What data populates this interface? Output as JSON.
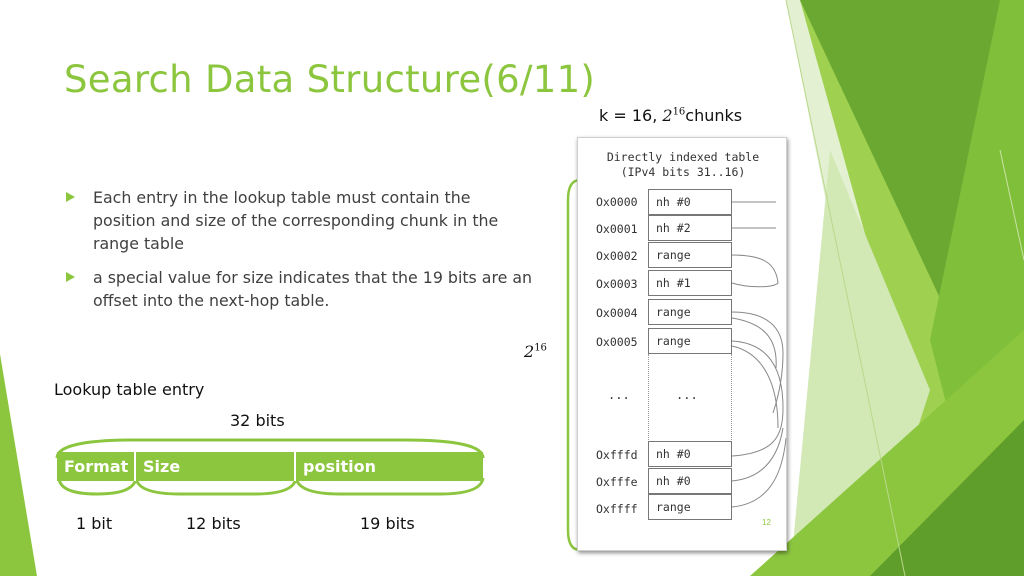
{
  "slide": {
    "title": "Search Data Structure(6/11)",
    "bullets": [
      "Each entry in the lookup table must contain the position and size of the corresponding chunk in the range table",
      "a special value for size indicates that the 19 bits are an offset into the next-hop table."
    ],
    "k_label_prefix": "k = 16, ",
    "k_label_base": "2",
    "k_label_exp": "16",
    "k_label_suffix": "chunks",
    "side_label_base": "2",
    "side_label_exp": "16",
    "page_number": "12"
  },
  "entry": {
    "heading": "Lookup table entry",
    "total_label": "32 bits",
    "fields": [
      "Format",
      "Size",
      "position"
    ],
    "bit_labels": [
      "1 bit",
      "12 bits",
      "19 bits"
    ]
  },
  "table": {
    "caption_line1": "Directly indexed table",
    "caption_line2": "(IPv4 bits 31..16)",
    "rows_top": [
      {
        "addr": "Ox0000",
        "value": "nh #0"
      },
      {
        "addr": "Ox0001",
        "value": "nh #2"
      },
      {
        "addr": "Ox0002",
        "value": "range"
      },
      {
        "addr": "Ox0003",
        "value": "nh #1"
      },
      {
        "addr": "Ox0004",
        "value": "range"
      },
      {
        "addr": "Ox0005",
        "value": "range"
      }
    ],
    "ellipsis_addr": "...",
    "ellipsis_value": "...",
    "rows_bottom": [
      {
        "addr": "Oxfffd",
        "value": "nh #0"
      },
      {
        "addr": "Oxfffe",
        "value": "nh #0"
      },
      {
        "addr": "Oxffff",
        "value": "range"
      }
    ]
  },
  "colors": {
    "accent": "#8cc63f",
    "dark_green": "#5a9a26",
    "text": "#404040"
  }
}
